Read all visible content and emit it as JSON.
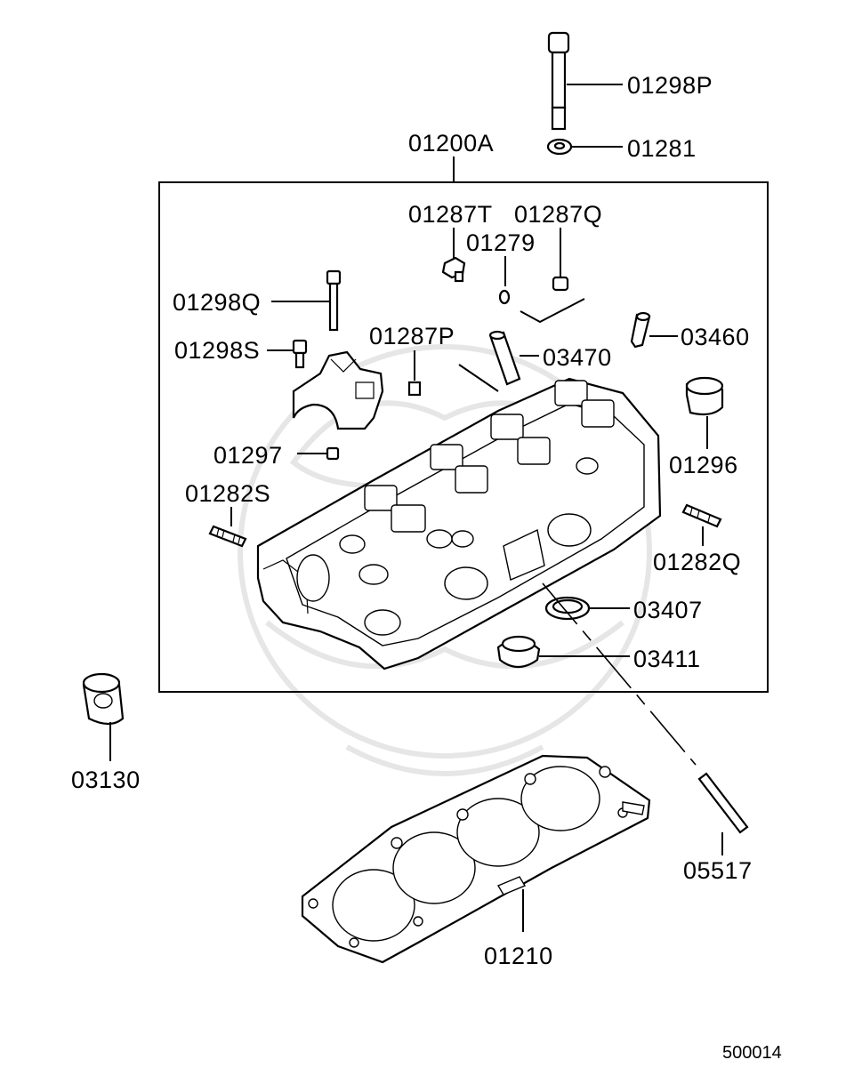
{
  "diagram": {
    "group_label": "01200A",
    "parts": [
      {
        "id": "bolt-long",
        "label": "01298P"
      },
      {
        "id": "washer",
        "label": "01281"
      },
      {
        "id": "plug-t",
        "label": "01287T"
      },
      {
        "id": "plug-q",
        "label": "01287Q"
      },
      {
        "id": "oring",
        "label": "01279"
      },
      {
        "id": "bolt-q",
        "label": "01298Q"
      },
      {
        "id": "plug-p",
        "label": "01287P"
      },
      {
        "id": "tube",
        "label": "03470"
      },
      {
        "id": "pin-03460",
        "label": "03460"
      },
      {
        "id": "bolt-s",
        "label": "01298S"
      },
      {
        "id": "cap-plug",
        "label": "01296"
      },
      {
        "id": "small-plug",
        "label": "01297"
      },
      {
        "id": "stud-s",
        "label": "01282S"
      },
      {
        "id": "stud-q",
        "label": "01282Q"
      },
      {
        "id": "seal-03407",
        "label": "03407"
      },
      {
        "id": "seal-03411",
        "label": "03411"
      },
      {
        "id": "oil-seal",
        "label": "03130"
      },
      {
        "id": "dowel",
        "label": "05517"
      },
      {
        "id": "head-gasket",
        "label": "01210"
      }
    ],
    "figure_code": "500014"
  }
}
